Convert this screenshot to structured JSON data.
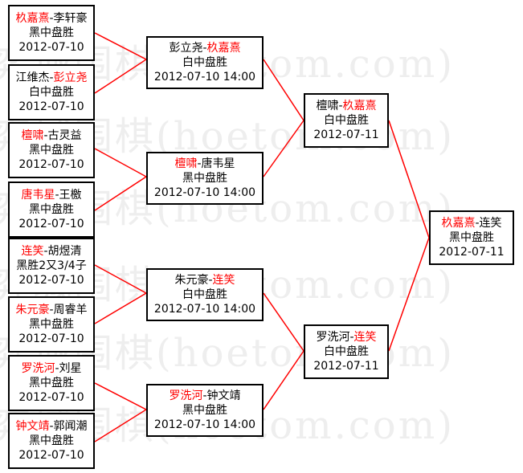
{
  "watermark": [
    "弈城围棋(hoetom.com)",
    "弈城围棋(hoetom.com)",
    "弈城围棋(hoetom.com)",
    "弈城围棋(hoetom.com)",
    "弈城围棋(hoetom.com)",
    "弈城围棋(hoetom.com)"
  ],
  "colors": {
    "winner": "#ff0000",
    "line": "#ff0000",
    "border": "#000000"
  },
  "r1": [
    {
      "a": "杦嘉熹",
      "b": "李轩豪",
      "win": "a",
      "result": "黑中盘胜",
      "date": "2012-07-10"
    },
    {
      "a": "江维杰",
      "b": "彭立尧",
      "win": "b",
      "result": "白中盘胜",
      "date": "2012-07-10"
    },
    {
      "a": "檀啸",
      "b": "古灵益",
      "win": "a",
      "result": "黑中盘胜",
      "date": "2012-07-10"
    },
    {
      "a": "唐韦星",
      "b": "王檄",
      "win": "a",
      "result": "黑中盘胜",
      "date": "2012-07-10"
    },
    {
      "a": "连笑",
      "b": "胡煜清",
      "win": "a",
      "result": "黑胜2又3/4子",
      "date": "2012-07-10"
    },
    {
      "a": "朱元豪",
      "b": "周睿羊",
      "win": "a",
      "result": "黑中盘胜",
      "date": "2012-07-10"
    },
    {
      "a": "罗洗河",
      "b": "刘星",
      "win": "a",
      "result": "黑中盘胜",
      "date": "2012-07-10"
    },
    {
      "a": "钟文靖",
      "b": "郭闻潮",
      "win": "a",
      "result": "黑中盘胜",
      "date": "2012-07-10"
    }
  ],
  "r2": [
    {
      "a": "彭立尧",
      "b": "杦嘉熹",
      "win": "b",
      "result": "白中盘胜",
      "date": "2012-07-10 14:00"
    },
    {
      "a": "檀啸",
      "b": "唐韦星",
      "win": "a",
      "result": "黑中盘胜",
      "date": "2012-07-10 14:00"
    },
    {
      "a": "朱元豪",
      "b": "连笑",
      "win": "b",
      "result": "白中盘胜",
      "date": "2012-07-10 14:00"
    },
    {
      "a": "罗洗河",
      "b": "钟文靖",
      "win": "a",
      "result": "黑中盘胜",
      "date": "2012-07-10 14:00"
    }
  ],
  "r3": [
    {
      "a": "檀啸",
      "b": "杦嘉熹",
      "win": "b",
      "result": "白中盘胜",
      "date": "2012-07-11"
    },
    {
      "a": "罗洗河",
      "b": "连笑",
      "win": "b",
      "result": "白中盘胜",
      "date": "2012-07-11"
    }
  ],
  "final": [
    {
      "a": "杦嘉熹",
      "b": "连笑",
      "win": "a",
      "result": "黑中盘胜",
      "date": "2012-07-11"
    }
  ]
}
